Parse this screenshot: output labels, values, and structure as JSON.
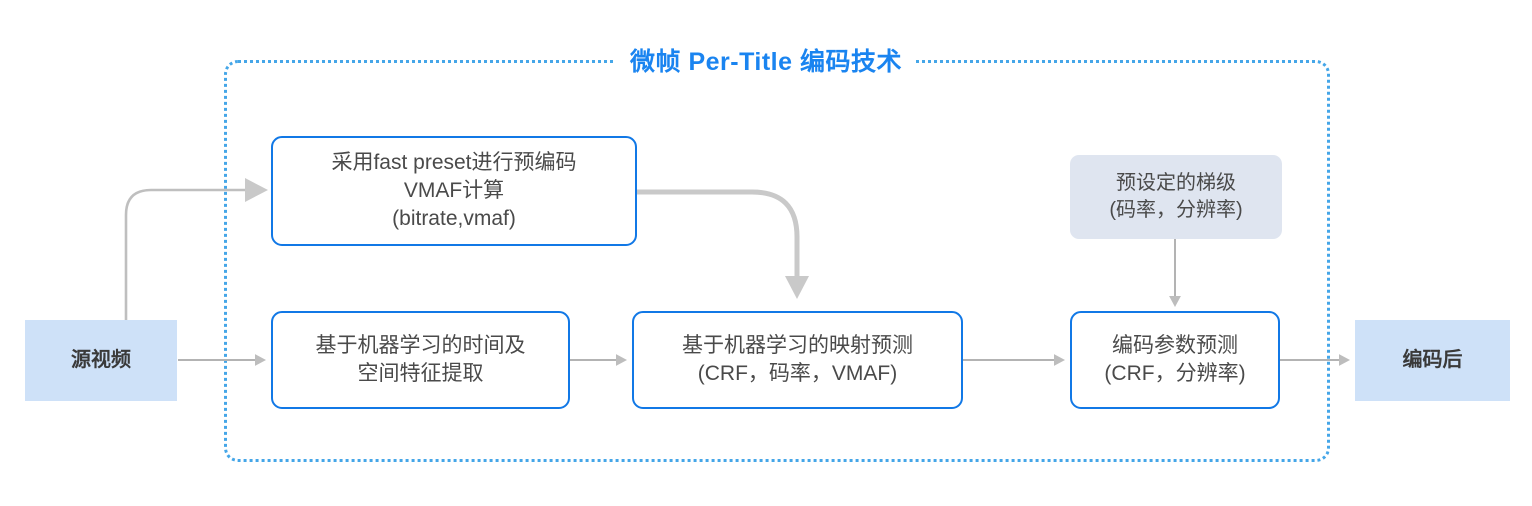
{
  "diagram": {
    "title": "微帧 Per-Title 编码技术",
    "title_color": "#1a84f0",
    "container_border_color": "#45a6e8",
    "process_border_color": "#1178e6",
    "io_fill_color": "#cee1f8",
    "preset_fill_color": "#dfe5f0",
    "arrow_color": "#b0b0b0",
    "nodes": {
      "source": {
        "label": "源视频",
        "type": "io"
      },
      "preencode": {
        "label": "采用fast preset进行预编码\nVMAF计算\n(bitrate,vmaf)",
        "type": "process"
      },
      "feature": {
        "label": "基于机器学习的时间及\n空间特征提取",
        "type": "process"
      },
      "mapping": {
        "label": "基于机器学习的映射预测\n(CRF，码率，VMAF)",
        "type": "process"
      },
      "params": {
        "label": "编码参数预测\n(CRF，分辨率)",
        "type": "process"
      },
      "preset": {
        "label": "预设定的梯级\n(码率，分辨率)",
        "type": "preset"
      },
      "output": {
        "label": "编码后",
        "type": "io"
      }
    },
    "edges": [
      {
        "name": "source-to-preencode",
        "from": "source",
        "to": "preencode",
        "style": "curved-thin"
      },
      {
        "name": "source-to-feature",
        "from": "source",
        "to": "feature",
        "style": "straight-thin"
      },
      {
        "name": "preencode-to-mapping",
        "from": "preencode",
        "to": "mapping",
        "style": "curved-thick"
      },
      {
        "name": "feature-to-mapping",
        "from": "feature",
        "to": "mapping",
        "style": "straight-thin"
      },
      {
        "name": "mapping-to-params",
        "from": "mapping",
        "to": "params",
        "style": "straight-thin"
      },
      {
        "name": "preset-to-params",
        "from": "preset",
        "to": "params",
        "style": "vertical-thin"
      },
      {
        "name": "params-to-output",
        "from": "params",
        "to": "output",
        "style": "straight-thin"
      }
    ]
  }
}
